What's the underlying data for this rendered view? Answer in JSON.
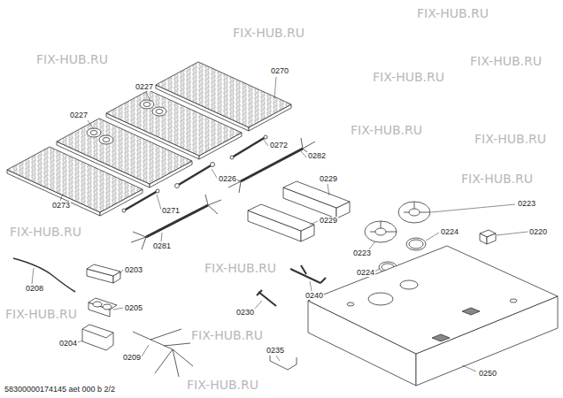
{
  "diagram": {
    "labels": [
      "0227",
      "0227",
      "0270",
      "0226",
      "0272",
      "0282",
      "0273",
      "0271",
      "0229",
      "0229",
      "0223",
      "0224",
      "0220",
      "0223",
      "0224",
      "0281",
      "0203",
      "0208",
      "0205",
      "0240",
      "0230",
      "0204",
      "0209",
      "0235",
      "0250",
      "58300000174145 aet 000 b 2/2",
      "FIX-HUB.RU",
      "FIX-HUB.RU",
      "FIX-HUB.RU",
      "FIX-HUB.RU",
      "FIX-HUB.RU",
      "FIX-HUB.RU",
      "FIX-HUB.RU",
      "FIX-HUB.RU",
      "FIX-HUB.RU",
      "FIX-HUB.RU",
      "FIX-HUB.RU",
      "FIX-HUB.RU",
      "FIX-HUB.RU"
    ]
  }
}
